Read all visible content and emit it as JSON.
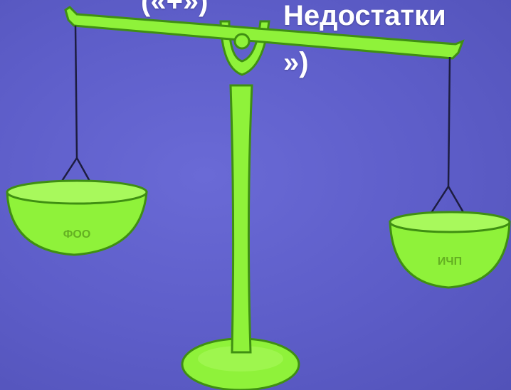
{
  "captions": {
    "left": "(«+»)",
    "right_line1": "Недостатки",
    "right_line2": "»)"
  },
  "pans": {
    "left_label": "ФОО",
    "right_label": "ИЧП"
  },
  "colors": {
    "background": "#5f5fc9",
    "scale_green": "#8ff23a",
    "scale_outline": "#3f8f12",
    "caption_text": "#ffffff"
  }
}
